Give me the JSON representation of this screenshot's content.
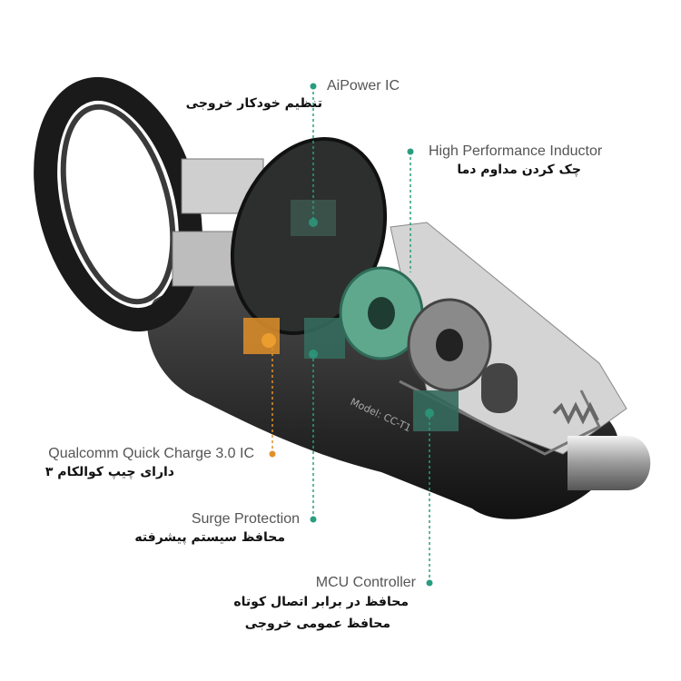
{
  "colors": {
    "teal": "#2a9d7f",
    "orange": "#e0902a",
    "body": "#2b2b2b",
    "metal": "#bfbfbf"
  },
  "device_marking": "Model: CC-T1",
  "callouts": [
    {
      "en": "AiPower IC",
      "fa": "تنظیم خودکار خروجی"
    },
    {
      "en": "High Performance Inductor",
      "fa": "چک کردن مداوم دما"
    },
    {
      "en": "Qualcomm Quick Charge 3.0 IC",
      "fa": "دارای چیپ کوالکام ۳"
    },
    {
      "en": "Surge Protection",
      "fa": "محافظ سیستم پیشرفته"
    },
    {
      "en": "MCU Controller",
      "fa": "محافظ در برابر اتصال کوتاه",
      "fa2": "محافظ عمومی خروجی"
    }
  ]
}
